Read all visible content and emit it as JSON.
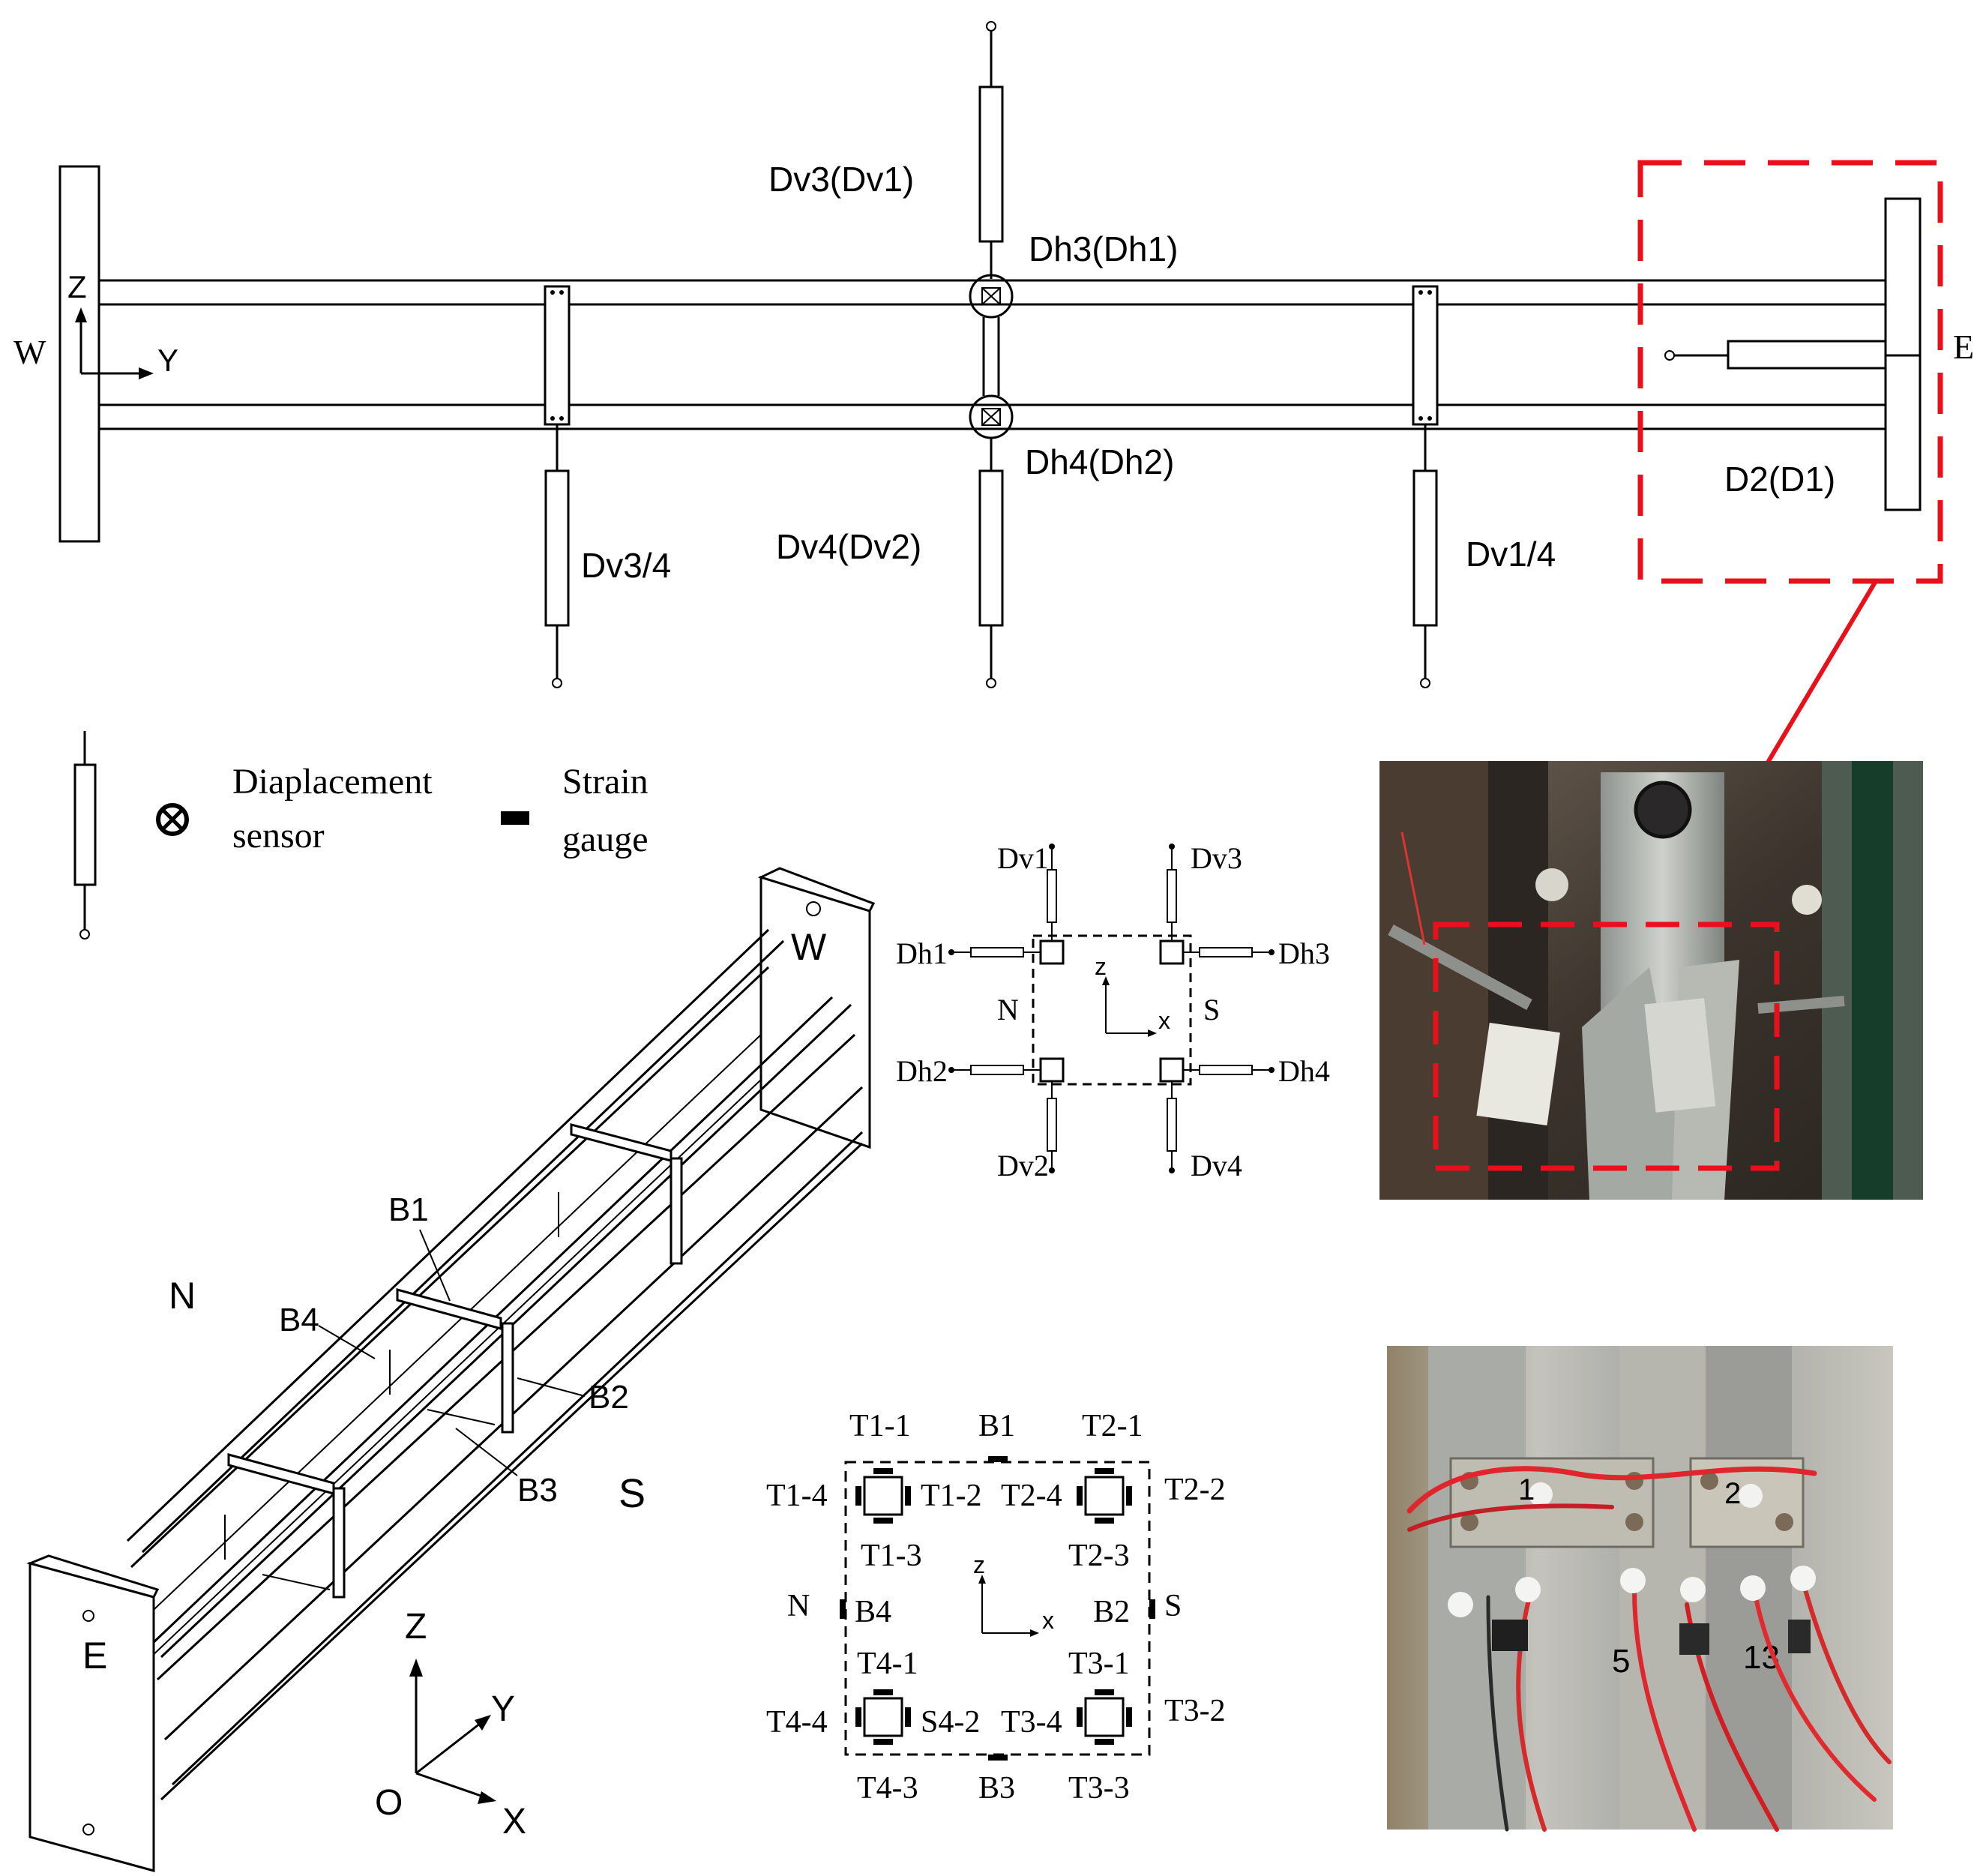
{
  "plan": {
    "west": "W",
    "east": "E",
    "axis_z": "Z",
    "axis_y": "Y",
    "labels": {
      "dv3_dv1": "Dv3(Dv1)",
      "dh3_dh1": "Dh3(Dh1)",
      "dh4_dh2": "Dh4(Dh2)",
      "dv4_dv2": "Dv4(Dv2)",
      "dv3_4": "Dv3/4",
      "dv1_4": "Dv1/4",
      "d2_d1": "D2(D1)"
    },
    "highlight_color": "#e8101a"
  },
  "legend": {
    "displacement_line1": "Diaplacement",
    "displacement_line2": "sensor",
    "strain_line1": "Strain",
    "strain_line2": "gauge"
  },
  "iso": {
    "west": "W",
    "east": "E",
    "north": "N",
    "south": "S",
    "b1": "B1",
    "b2": "B2",
    "b3": "B3",
    "b4": "B4",
    "axis_z": "Z",
    "axis_y": "Y",
    "axis_x": "X",
    "origin": "O"
  },
  "section_sensors": {
    "dv1": "Dv1",
    "dv2": "Dv2",
    "dv3": "Dv3",
    "dv4": "Dv4",
    "dh1": "Dh1",
    "dh2": "Dh2",
    "dh3": "Dh3",
    "dh4": "Dh4",
    "north": "N",
    "south": "S",
    "axis_z": "z",
    "axis_x": "x"
  },
  "section_gauges": {
    "t1_1": "T1-1",
    "t1_2": "T1-2",
    "t1_3": "T1-3",
    "t1_4": "T1-4",
    "t2_1": "T2-1",
    "t2_2": "T2-2",
    "t2_3": "T2-3",
    "t2_4": "T2-4",
    "t3_1": "T3-1",
    "t3_2": "T3-2",
    "t3_3": "T3-3",
    "t3_4": "T3-4",
    "t4_1": "T4-1",
    "t4_3": "T4-3",
    "t4_4": "T4-4",
    "s4_2": "S4-2",
    "b1": "B1",
    "b2": "B2",
    "b3": "B3",
    "b4": "B4",
    "north": "N",
    "south": "S",
    "axis_z": "z",
    "axis_x": "x"
  },
  "photos": {
    "photo1_markings": [],
    "photo2_markings": [
      "1",
      "2",
      "5",
      "13"
    ]
  }
}
